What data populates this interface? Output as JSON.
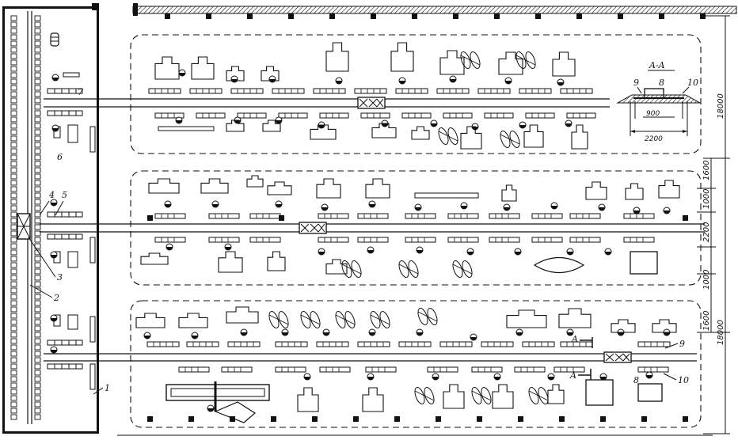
{
  "labels": {
    "n1": "1",
    "n2": "2",
    "n3": "3",
    "n4": "4",
    "n5": "5",
    "n6": "6",
    "n7": "7",
    "n8b": "8",
    "n9b": "9",
    "n10b": "10",
    "arrowA1": "A",
    "arrowA2": "A"
  },
  "section": {
    "title": "A-A",
    "n9": "9",
    "n8": "8",
    "n10": "10",
    "dim_inner": "900",
    "dim_outer": "2200"
  },
  "dims": {
    "top_span": "18000",
    "d1600a": "1600",
    "d1000a": "1000",
    "d2200": "2200",
    "d1000b": "1000",
    "d1600b": "1600",
    "bottom_span": "18000"
  }
}
